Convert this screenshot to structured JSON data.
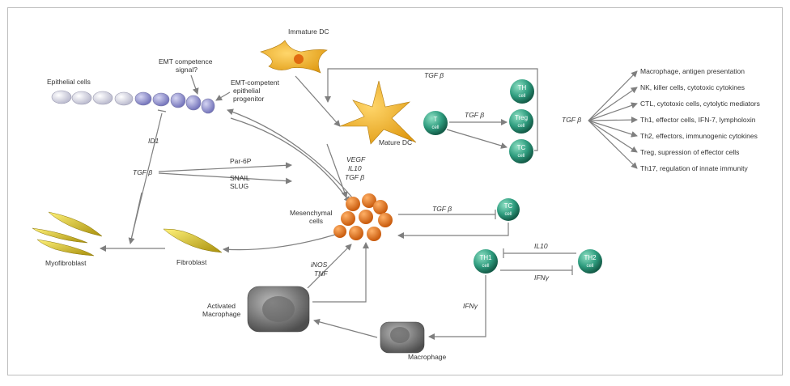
{
  "labels": {
    "immature_dc": "Immature DC",
    "emt_signal_1": "EMT competence",
    "emt_signal_2": "signal?",
    "epithelial_cells": "Epithelial cells",
    "emt_progenitor_1": "EMT-competent",
    "emt_progenitor_2": "epithelial",
    "emt_progenitor_3": "progenitor",
    "tgfb_top": "TGF β",
    "mature_dc": "Mature DC",
    "tgfb_t_to_treg": "TGF β",
    "tgfb_effects": "TGF β",
    "id1": "ID1",
    "tgfb_left": "TGF β",
    "par6p": "Par-6P",
    "snail": "SNAIL",
    "slug": "SLUG",
    "vegf": "VEGF",
    "il10_mid": "IL10",
    "tgfb_mid": "TGF β",
    "mesenchymal_1": "Mesenchymal",
    "mesenchymal_2": "cells",
    "tgfb_tc2": "TGF β",
    "myofibroblast": "Myofibroblast",
    "fibroblast": "Fibroblast",
    "inos": "iNOS",
    "tnf": "TNF",
    "il10_th": "IL10",
    "ifn_th": "IFNγ",
    "ifn_mac": "IFNγ",
    "activated_macrophage_1": "Activated",
    "activated_macrophage_2": "Macrophage",
    "macrophage": "Macrophage"
  },
  "cells": {
    "t": "T",
    "th": "TH",
    "treg": "Treg",
    "tc": "TC",
    "tc2": "TC",
    "th1": "TH1",
    "th2": "TH2",
    "cell_word": "cell"
  },
  "effects": [
    "Macrophage, antigen presentation",
    "NK, killer cells, cytotoxic cytokines",
    "CTL, cytotoxic cells, cytolytic mediators",
    "Th1, effector cells, IFN-7, lympholoxin",
    "Th2, effectors, immunogenic cytokines",
    "Treg, supression of effector cells",
    "Th17, regulation of innate immunity"
  ],
  "colors": {
    "epithelial_light": "#d9d9ea",
    "epithelial_dark": "#8f8fc8",
    "dc": "#f2b51f",
    "tcell": "#2e9c7e",
    "mesenchymal": "#ea7a1c",
    "fibroblast": "#d9c21a",
    "macrophage": "#7d7d7d",
    "arrow": "#7f7f7f"
  }
}
